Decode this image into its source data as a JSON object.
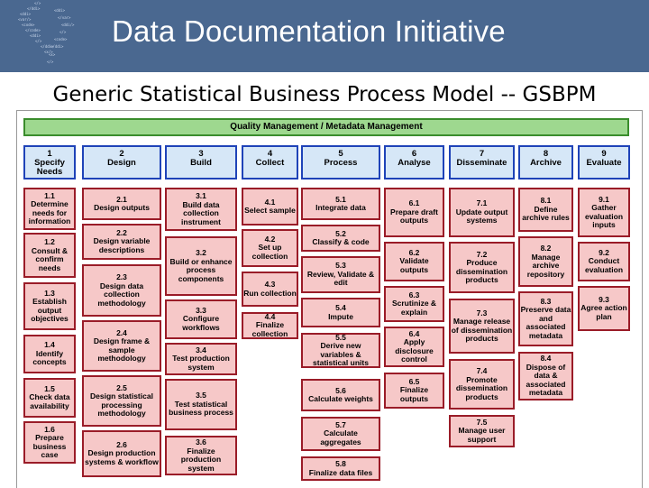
{
  "banner": {
    "title": "Data Documentation Initiative"
  },
  "slide_title": "Generic Statistical Business Process Model -- GSBPM",
  "quality_bar": "Quality Management / Metadata Management",
  "colors": {
    "banner": "#4a6890",
    "phase_fill": "#d6e7f7",
    "phase_border": "#1f43b8",
    "subprocess_fill": "#f6c8c8",
    "subprocess_border": "#9a1c28",
    "quality_fill": "#9ed88f",
    "quality_border": "#3a8d2c"
  },
  "phases": [
    {
      "num": "1",
      "name": "Specify Needs"
    },
    {
      "num": "2",
      "name": "Design"
    },
    {
      "num": "3",
      "name": "Build"
    },
    {
      "num": "4",
      "name": "Collect"
    },
    {
      "num": "5",
      "name": "Process"
    },
    {
      "num": "6",
      "name": "Analyse"
    },
    {
      "num": "7",
      "name": "Disseminate"
    },
    {
      "num": "8",
      "name": "Archive"
    },
    {
      "num": "9",
      "name": "Evaluate"
    }
  ],
  "subprocesses": [
    [
      {
        "num": "1.1",
        "name": "Determine needs for information"
      },
      {
        "num": "1.2",
        "name": "Consult & confirm needs"
      },
      {
        "num": "1.3",
        "name": "Establish output objectives"
      },
      {
        "num": "1.4",
        "name": "Identify concepts"
      },
      {
        "num": "1.5",
        "name": "Check data availability"
      },
      {
        "num": "1.6",
        "name": "Prepare business case"
      }
    ],
    [
      {
        "num": "2.1",
        "name": "Design outputs"
      },
      {
        "num": "2.2",
        "name": "Design variable descriptions"
      },
      {
        "num": "2.3",
        "name": "Design data collection methodology"
      },
      {
        "num": "2.4",
        "name": "Design frame & sample methodology"
      },
      {
        "num": "2.5",
        "name": "Design statistical processing methodology"
      },
      {
        "num": "2.6",
        "name": "Design production systems & workflow"
      }
    ],
    [
      {
        "num": "3.1",
        "name": "Build data collection instrument"
      },
      {
        "num": "3.2",
        "name": "Build or enhance process components"
      },
      {
        "num": "3.3",
        "name": "Configure workflows"
      },
      {
        "num": "3.4",
        "name": "Test production system"
      },
      {
        "num": "3.5",
        "name": "Test statistical business process"
      },
      {
        "num": "3.6",
        "name": "Finalize production system"
      }
    ],
    [
      {
        "num": "4.1",
        "name": "Select sample"
      },
      {
        "num": "4.2",
        "name": "Set up collection"
      },
      {
        "num": "4.3",
        "name": "Run collection"
      },
      {
        "num": "4.4",
        "name": "Finalize collection"
      }
    ],
    [
      {
        "num": "5.1",
        "name": "Integrate data"
      },
      {
        "num": "5.2",
        "name": "Classify & code"
      },
      {
        "num": "5.3",
        "name": "Review, Validate & edit"
      },
      {
        "num": "5.4",
        "name": "Impute"
      },
      {
        "num": "5.5",
        "name": "Derive new variables & statistical units"
      },
      {
        "num": "5.6",
        "name": "Calculate weights"
      },
      {
        "num": "5.7",
        "name": "Calculate aggregates"
      },
      {
        "num": "5.8",
        "name": "Finalize data files"
      }
    ],
    [
      {
        "num": "6.1",
        "name": "Prepare draft outputs"
      },
      {
        "num": "6.2",
        "name": "Validate outputs"
      },
      {
        "num": "6.3",
        "name": "Scrutinize & explain"
      },
      {
        "num": "6.4",
        "name": "Apply disclosure control"
      },
      {
        "num": "6.5",
        "name": "Finalize outputs"
      }
    ],
    [
      {
        "num": "7.1",
        "name": "Update output systems"
      },
      {
        "num": "7.2",
        "name": "Produce dissemination products"
      },
      {
        "num": "7.3",
        "name": "Manage release of dissemination products"
      },
      {
        "num": "7.4",
        "name": "Promote dissemination products"
      },
      {
        "num": "7.5",
        "name": "Manage user support"
      }
    ],
    [
      {
        "num": "8.1",
        "name": "Define archive rules"
      },
      {
        "num": "8.2",
        "name": "Manage archive repository"
      },
      {
        "num": "8.3",
        "name": "Preserve data and associated metadata"
      },
      {
        "num": "8.4",
        "name": "Dispose of data & associated metadata"
      }
    ],
    [
      {
        "num": "9.1",
        "name": "Gather evaluation inputs"
      },
      {
        "num": "9.2",
        "name": "Conduct evaluation"
      },
      {
        "num": "9.3",
        "name": "Agree action plan"
      }
    ]
  ]
}
